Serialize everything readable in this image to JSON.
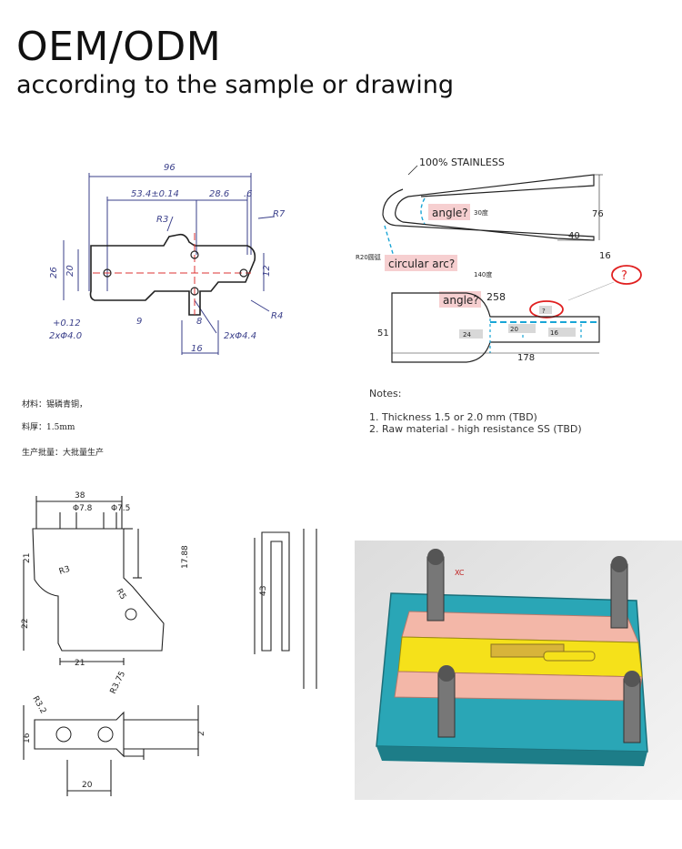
{
  "header": {
    "title": "OEM/ODM",
    "subtitle": "according to the sample or drawing"
  },
  "drawing1": {
    "dims": {
      "overall": "96",
      "a": "53.4±0.14",
      "b": "28.6",
      "c": ".6",
      "r3": "R3",
      "r7": "R7",
      "r4": "R4",
      "h26": "26",
      "h20": "20",
      "h12": "12",
      "tol": "+0.12",
      "hole1": "2xΦ4.0",
      "hole2": "2xΦ4.4",
      "w16": "16",
      "w8": "8",
      "w9": "9"
    },
    "notes": [
      "材料：锡磷青铜，",
      "料厚：1.5mm",
      "生产批量：大批量生产"
    ]
  },
  "drawing2": {
    "material": "100% STAINLESS",
    "q_angle1": "angle?",
    "deg30": "30度",
    "dim76": "76",
    "dim40": "40",
    "dim16": "16",
    "r20": "R20圆弧",
    "q_arc": "circular arc?",
    "deg140": "140度",
    "q_mark": "?",
    "q_angle2": "angle?",
    "dim258": "258",
    "dim51": "51",
    "dim24": "24",
    "dim20": "20",
    "dim16b": "16",
    "dim178": "178",
    "notes_title": "Notes:",
    "notes": [
      "1. Thickness 1.5 or 2.0 mm (TBD)",
      "2. Raw material - high resistance SS (TBD)"
    ]
  },
  "drawing3": {
    "dims": {
      "d38": "38",
      "d78": "Φ7.8",
      "d75": "Φ7.5",
      "d21": "21",
      "r3": "R3",
      "d1788": "17.88",
      "d43": "43",
      "d22": "22",
      "d21b": "21",
      "r32": "R3.2",
      "r375": "R3.75",
      "d16": "16",
      "d20": "20",
      "d2": "2",
      "dw": "R5"
    }
  },
  "render": {
    "label": "XC"
  }
}
